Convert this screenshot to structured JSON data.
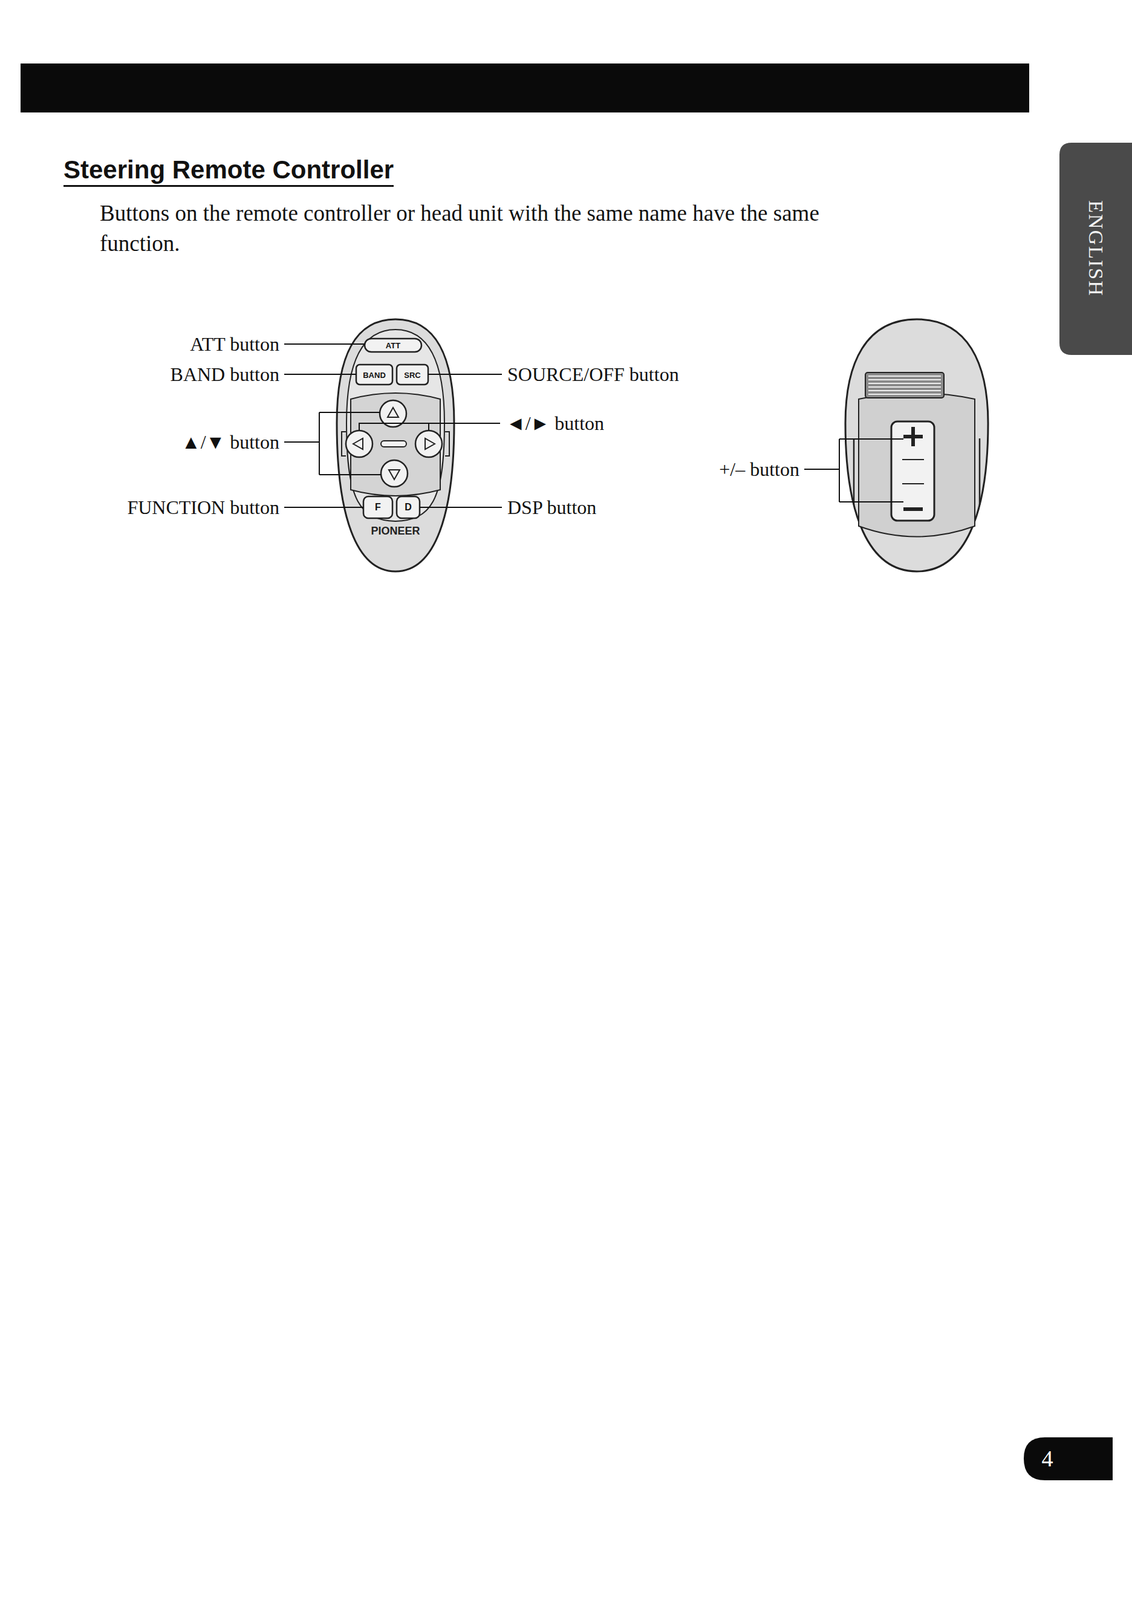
{
  "diagram": {
    "title": "Steering Remote Controller",
    "labels": [
      "Buttons on the remote controller or head unit with the same name have the same function.",
      "ATT button",
      "BAND button",
      "▲/▼ button",
      "FUNCTION button",
      "SOURCE/OFF button",
      "◄/► button",
      "+/– button",
      "DSP button",
      "ATT",
      "BAND",
      "SRC",
      "F",
      "D",
      "PIONEER",
      "ENGLISH",
      "4"
    ]
  }
}
